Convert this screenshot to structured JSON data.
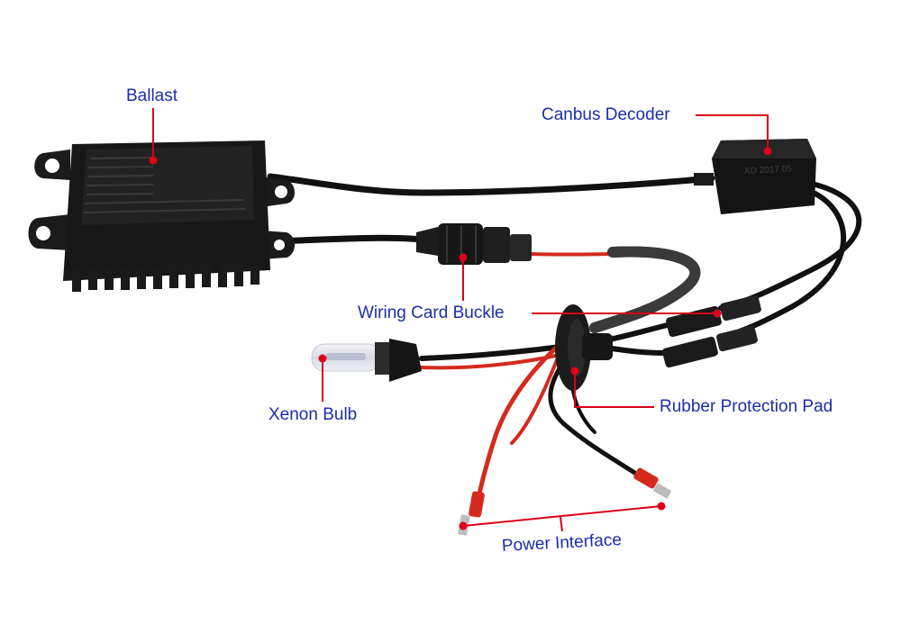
{
  "labels": {
    "ballast": "Ballast",
    "canbus_decoder": "Canbus Decoder",
    "wiring_card_buckle": "Wiring Card Buckle",
    "xenon_bulb": "Xenon Bulb",
    "rubber_protection_pad": "Rubber Protection Pad",
    "power_interface": "Power Interface"
  },
  "decoder_marking": "XD 2017 05",
  "colors": {
    "label_text": "#1a2fa8",
    "leader_line": "#d8001a",
    "marker_dot": "#e0001b",
    "housing": "#171717",
    "cable_black": "#111111",
    "cable_red": "#d42a1e"
  }
}
